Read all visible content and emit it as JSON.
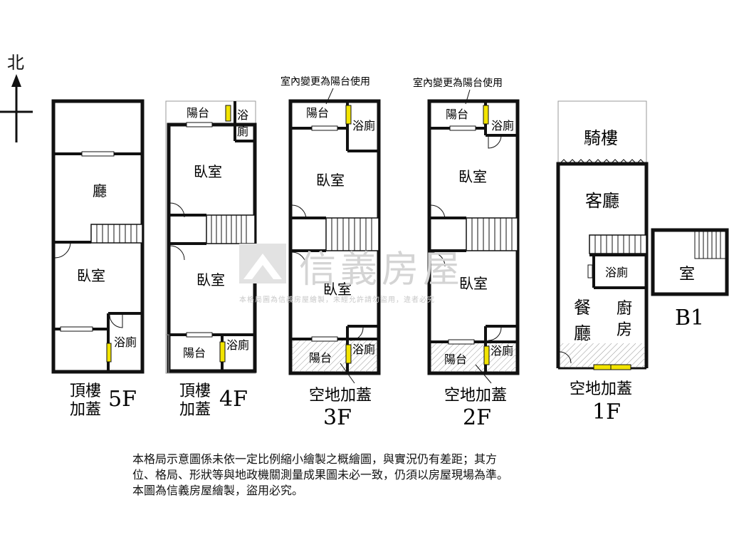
{
  "compass": {
    "north_label": "北"
  },
  "floors": {
    "f5": {
      "rooms": {
        "hall": "廳",
        "bedroom": "臥室",
        "bath": "浴廁"
      },
      "caption_note": "頂樓\n加蓋",
      "floor_label": "5F"
    },
    "f4": {
      "rooms": {
        "balcony_top": "陽台",
        "bath_top": "浴\n廁",
        "bedroom_1": "臥室",
        "bedroom_2": "臥室",
        "balcony_bottom": "陽台",
        "bath_bottom": "浴廁"
      },
      "caption_note": "頂樓\n加蓋",
      "floor_label": "4F"
    },
    "f3": {
      "top_note": "室內變更為陽台使用",
      "rooms": {
        "balcony_top": "陽台",
        "bath_top": "浴廁",
        "bedroom_1": "臥室",
        "bedroom_2": "臥室",
        "balcony_bottom": "陽台",
        "bath_bottom": "浴廁"
      },
      "caption_note": "空地加蓋",
      "floor_label": "3F"
    },
    "f2": {
      "top_note": "室內變更為陽台使用",
      "rooms": {
        "balcony_top": "陽台",
        "bath_top": "浴廁",
        "bedroom_1": "臥室",
        "bedroom_2": "臥室",
        "balcony_bottom": "陽台",
        "bath_bottom": "浴廁"
      },
      "caption_note": "空地加蓋",
      "floor_label": "2F"
    },
    "f1": {
      "rooms": {
        "arcade": "騎樓",
        "living": "客廳",
        "bath": "浴廁",
        "dining": "餐\n廳",
        "kitchen": "廚\n房"
      },
      "caption_note": "空地加蓋",
      "floor_label": "1F"
    },
    "b1": {
      "rooms": {
        "room": "室"
      },
      "floor_label": "B1"
    }
  },
  "watermark": {
    "brand": "信義房屋",
    "notice": "本格局圖為信義房屋繪製，未經允許請勿盜用，違者必究"
  },
  "disclaimer": [
    "本格局示意圖係未依一定比例縮小繪製之概繪圖，與實況仍有差距；其方",
    "位、格局、形狀等與地政機關測量成果圖未必一致，仍須以房屋現場為準。",
    "本圖為信義房屋繪製，盜用必究。"
  ],
  "colors": {
    "wall": "#111111",
    "window_yellow": "#f2e400",
    "watermark": "#d4d4d4"
  }
}
